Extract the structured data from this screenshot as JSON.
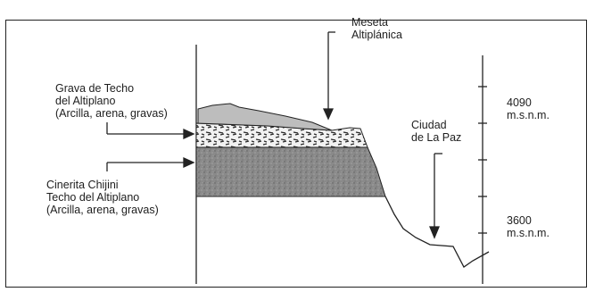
{
  "labels": {
    "meseta": "Meseta\nAltiplánica",
    "grava": "Grava de Techo\ndel Altiplano\n(Arcilla, arena, gravas)",
    "cinerita": "Cinerita Chijini\nTecho del Altiplano\n(Arcilla, arena, gravas)",
    "ciudad": "Ciudad\nde La Paz",
    "elev_high": "4090\nm.s.n.m.",
    "elev_low": "3600\nm.s.n.m."
  },
  "colors": {
    "line": "#222222",
    "ash_fill": "#8a8a8a",
    "gravel_fill": "#f2f2f2",
    "cap_fill": "#bdbdbd"
  }
}
